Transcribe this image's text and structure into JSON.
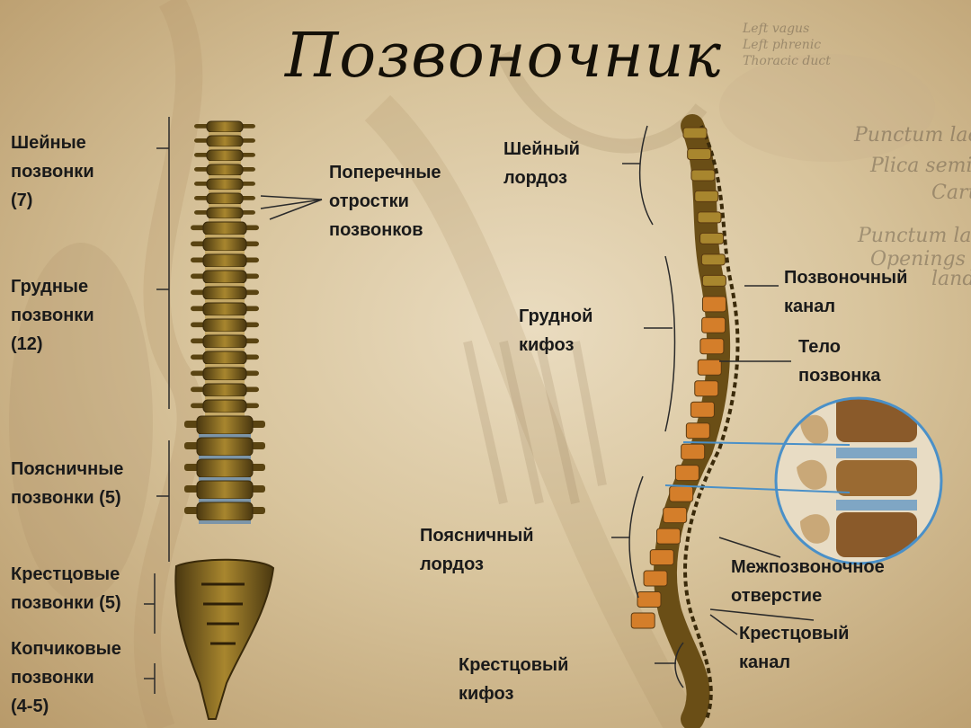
{
  "title": "Позвоночник",
  "left_labels": {
    "cervical": [
      "Шейные",
      "позвонки",
      "(7)"
    ],
    "thoracic": [
      "Грудные",
      "позвонки",
      "(12)"
    ],
    "lumbar": [
      "Поясничные",
      "позвонки (5)"
    ],
    "sacral": [
      "Крестцовые",
      "позвонки (5)"
    ],
    "coccygeal": [
      "Копчиковые",
      "позвонки",
      "(4-5)"
    ]
  },
  "transverse": [
    "Поперечные",
    "отростки",
    "позвонков"
  ],
  "curves": {
    "cervical_lordosis": [
      "Шейный",
      "лордоз"
    ],
    "thoracic_kyphosis": [
      "Грудной",
      "кифоз"
    ],
    "lumbar_lordosis": [
      "Поясничный",
      "лордоз"
    ],
    "sacral_kyphosis": [
      "Крестцовый",
      "кифоз"
    ]
  },
  "right_labels": {
    "spinal_canal": [
      "Позвоночный",
      "канал"
    ],
    "vertebral_body": [
      "Тело",
      "позвонка"
    ],
    "foramen": [
      "Межпозвоночное",
      "отверстие"
    ],
    "sacral_canal": [
      "Крестцовый",
      "канал"
    ]
  },
  "background_text": [
    "Left vagus",
    "Left phrenic",
    "Thoracic duct",
    "Punctum lac",
    "Plica semil",
    "Caru",
    "Punctum lac",
    "Openings of",
    "lands"
  ],
  "colors": {
    "bone": "#8a6a22",
    "bone_dark": "#4a3810",
    "disc": "#7c95a8",
    "body_orange": "#d47e2a",
    "line": "#2a2a2a",
    "zoom_ring": "#4a90c8"
  }
}
